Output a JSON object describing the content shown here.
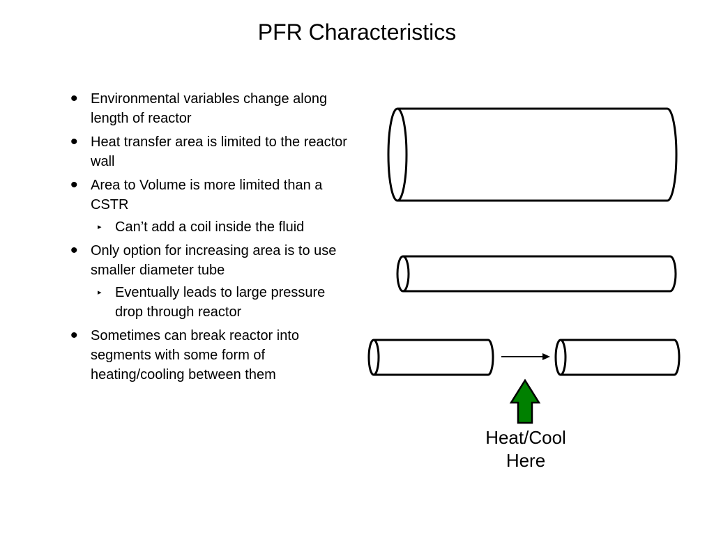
{
  "slide": {
    "title": "PFR Characteristics"
  },
  "bullets": [
    {
      "text": "Environmental variables change along length of reactor",
      "subs": []
    },
    {
      "text": "Heat transfer area is limited to the reactor wall",
      "subs": []
    },
    {
      "text": "Area to Volume is more limited than a CSTR",
      "subs": [
        "Can’t add a coil inside the fluid"
      ]
    },
    {
      "text": "Only option for increasing area is to use smaller diameter tube",
      "subs": [
        "Eventually leads to large pressure drop through reactor"
      ]
    },
    {
      "text": "Sometimes can break reactor into segments with some form of heating/cooling between them",
      "subs": []
    }
  ],
  "diagram": {
    "heat_label_line1": "Heat/Cool",
    "heat_label_line2": "Here",
    "colors": {
      "arrow_fill": "#008000",
      "stroke": "#000000"
    }
  }
}
